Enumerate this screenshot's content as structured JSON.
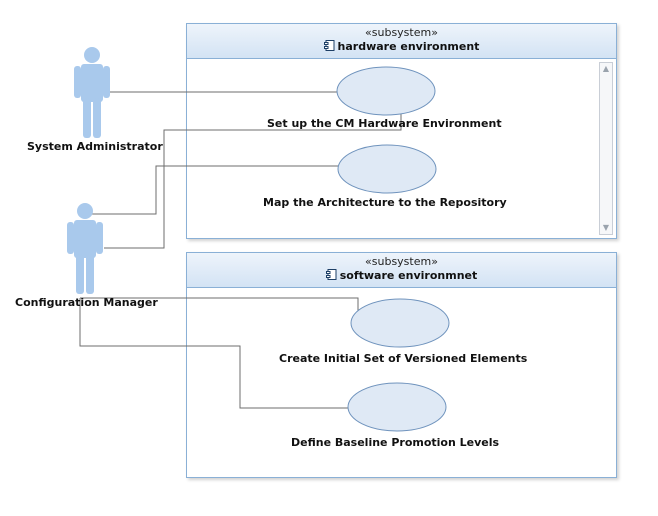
{
  "subsystems": [
    {
      "stereotype": "«subsystem»",
      "name": "hardware environment"
    },
    {
      "stereotype": "«subsystem»",
      "name": "software environmnet"
    }
  ],
  "actors": [
    {
      "name": "System Administrator"
    },
    {
      "name": "Configuration Manager"
    }
  ],
  "use_cases": [
    {
      "label": "Set up the CM Hardware Environment"
    },
    {
      "label": "Map the Architecture to the Repository"
    },
    {
      "label": "Create Initial Set of Versioned Elements"
    },
    {
      "label": "Define Baseline Promotion Levels"
    }
  ],
  "colors": {
    "actor": "#a9c9ec",
    "usecase_fill": "#dfe9f5",
    "usecase_stroke": "#6f93bd",
    "connector": "#6e6e6e"
  }
}
